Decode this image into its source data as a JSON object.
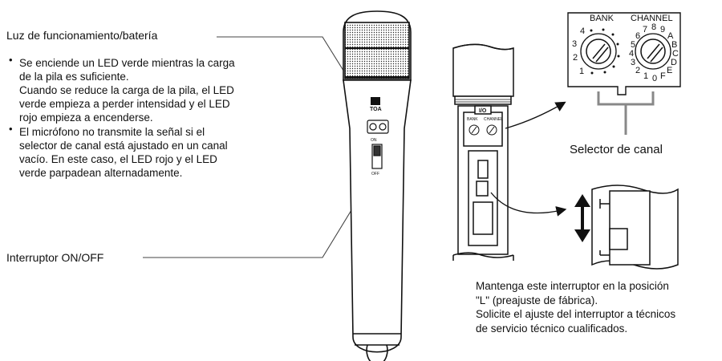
{
  "labels": {
    "led_title": "Luz de funcionamiento/batería",
    "switch_title": "Interruptor ON/OFF",
    "channel_selector": "Selector de canal"
  },
  "bullets": [
    {
      "mark": "•",
      "lines": [
        "Se enciende un LED verde mientras la carga",
        "de la pila es suficiente.",
        "Cuando se reduce la carga de la pila, el LED",
        "verde empieza a perder intensidad y el LED",
        "rojo empieza a encenderse."
      ]
    },
    {
      "mark": "•",
      "lines": [
        "El micrófono no transmite la señal si el",
        "selector de canal está ajustado en un canal",
        "vacío. En este caso, el LED rojo y el LED",
        "verde parpadean alternadamente."
      ]
    }
  ],
  "note_lines": [
    "Mantenga este interruptor en la posición",
    "\"L\" (preajuste de fábrica).",
    "Solicite el ajuste del interruptor a técnicos",
    "de servicio técnico cualificados."
  ],
  "dials": {
    "bank_title": "BANK",
    "channel_title": "CHANNEL",
    "bank_numbers": [
      "1",
      "2",
      "3",
      "4"
    ],
    "channel_numbers": [
      "0",
      "1",
      "2",
      "3",
      "4",
      "5",
      "6",
      "7",
      "8",
      "9",
      "A",
      "B",
      "C",
      "D",
      "E",
      "F"
    ]
  },
  "mic_markings": {
    "brand": "TOA",
    "on_label": "ON",
    "off_label": "OFF",
    "io_label": "I/O",
    "small_bank": "BANK",
    "small_channel": "CHANNEL"
  }
}
